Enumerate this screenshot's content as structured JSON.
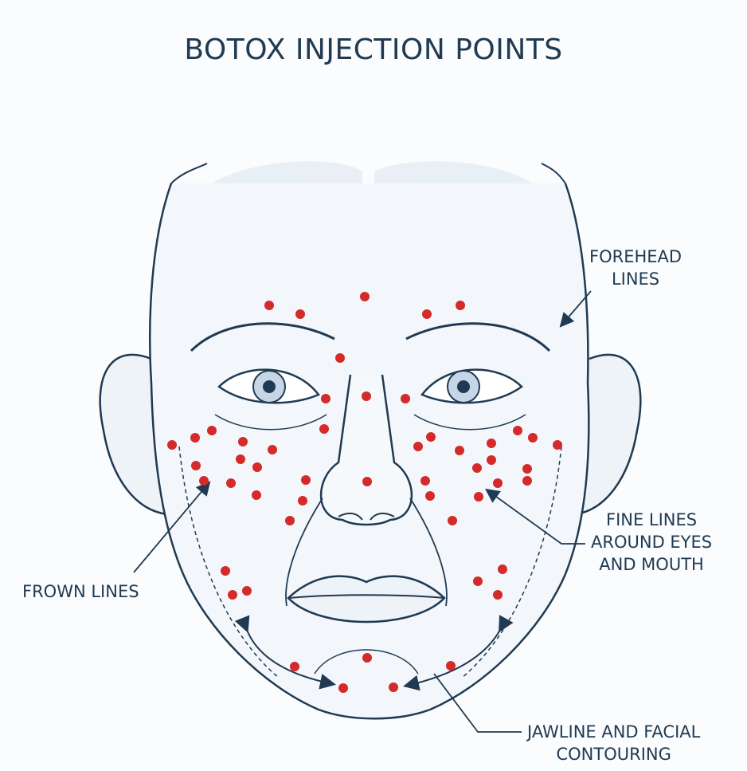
{
  "title": "BOTOX INJECTION POINTS",
  "labels": {
    "forehead": [
      "FOREHEAD",
      "LINES"
    ],
    "fine_lines": [
      "FINE LINES",
      "AROUND EYES",
      "AND MOUTH"
    ],
    "frown": "FROWN LINES",
    "jawline": [
      "JAWLINE AND FACIAL",
      "CONTOURING"
    ]
  },
  "colors": {
    "ink": "#1f3a52",
    "dot": "#d42a2a",
    "muscle": "#c9d6e3"
  }
}
